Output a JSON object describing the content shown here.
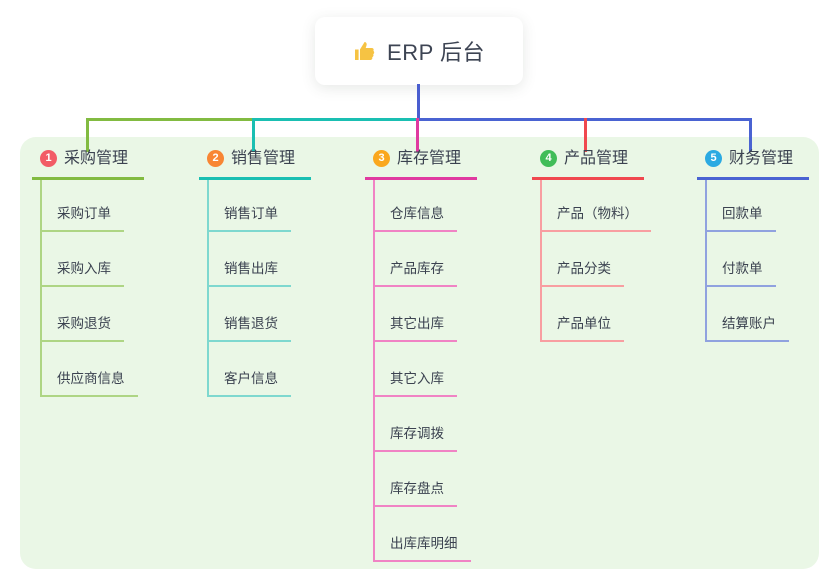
{
  "root": {
    "icon": "thumbs-up-icon",
    "label": "ERP 后台"
  },
  "colors": {
    "panel_bg": "#EAF7E6",
    "root_stem": "#4A5ED0",
    "text_dark": "#3B4250",
    "card_bg": "#FFFFFF",
    "thumb_icon": "#F6C343"
  },
  "branches": [
    {
      "number": "1",
      "label": "采购管理",
      "badge_color": "#F25C66",
      "line_color": "#82BB41",
      "child_line_color": "#AED584",
      "children": [
        "采购订单",
        "采购入库",
        "采购退货",
        "供应商信息"
      ]
    },
    {
      "number": "2",
      "label": "销售管理",
      "badge_color": "#F88634",
      "line_color": "#1ABFB2",
      "child_line_color": "#7ED8CF",
      "children": [
        "销售订单",
        "销售出库",
        "销售退货",
        "客户信息"
      ]
    },
    {
      "number": "3",
      "label": "库存管理",
      "badge_color": "#FAA71E",
      "line_color": "#E03AA0",
      "child_line_color": "#F083C4",
      "children": [
        "仓库信息",
        "产品库存",
        "其它出库",
        "其它入库",
        "库存调拨",
        "库存盘点",
        "出库库明细"
      ]
    },
    {
      "number": "4",
      "label": "产品管理",
      "badge_color": "#41BD59",
      "line_color": "#F0484F",
      "child_line_color": "#F89EA1",
      "children": [
        "产品（物料）",
        "产品分类",
        "产品单位"
      ]
    },
    {
      "number": "5",
      "label": "财务管理",
      "badge_color": "#2BAAE2",
      "line_color": "#4A63D2",
      "child_line_color": "#90A2DF",
      "children": [
        "回款单",
        "付款单",
        "结算账户"
      ]
    }
  ]
}
